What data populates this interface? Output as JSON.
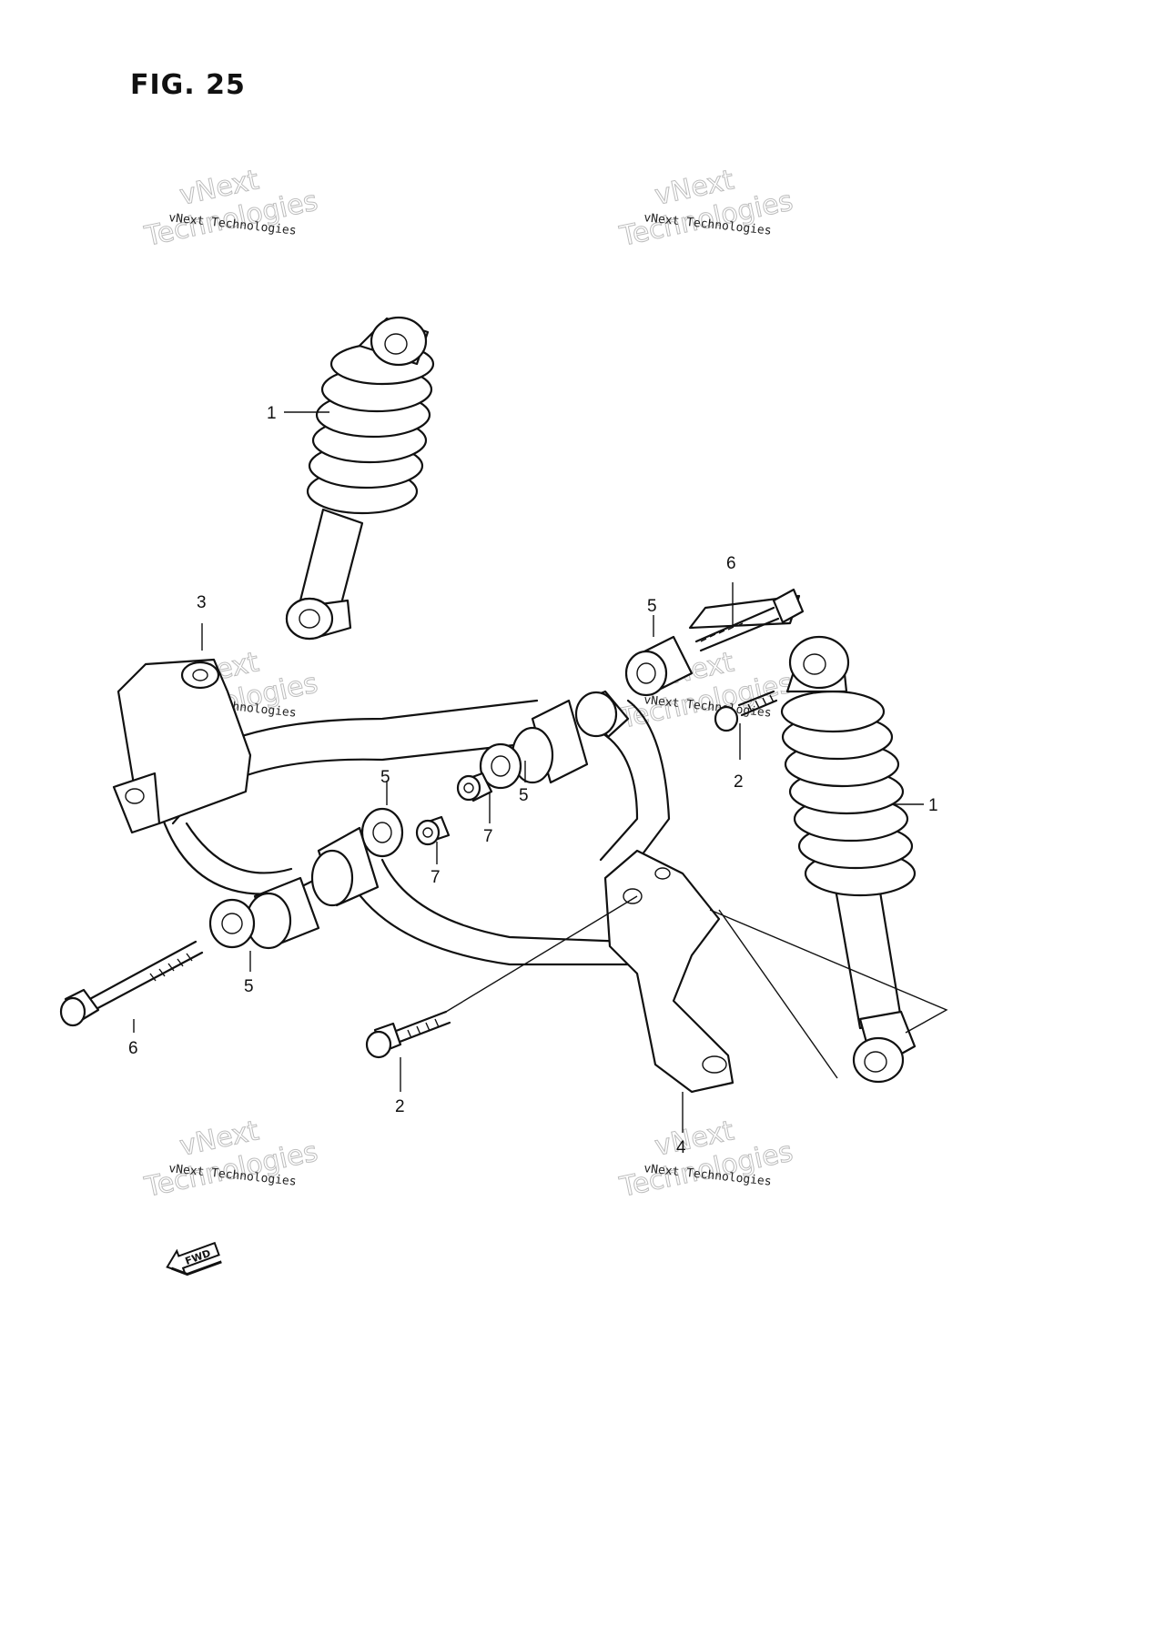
{
  "figure": {
    "title": "FIG. 25"
  },
  "watermark": {
    "line_small": "vNext Technologies",
    "line_big_top": "vNext",
    "line_big_bottom": "Technologies"
  },
  "callouts": {
    "shock_absorber_left": "1",
    "shock_absorber_right": "1",
    "bolt_upper": "2",
    "bolt_lower": "2",
    "bracket_left": "3",
    "bracket_right": "4",
    "bushing_upper": "5",
    "bushing_mid_right": "5",
    "bushing_mid_left": "5",
    "bushing_lower": "5",
    "long_bolt_upper": "6",
    "long_bolt_lower": "6",
    "nut_right": "7",
    "nut_left": "7"
  },
  "fwd": {
    "label": "FWD"
  }
}
